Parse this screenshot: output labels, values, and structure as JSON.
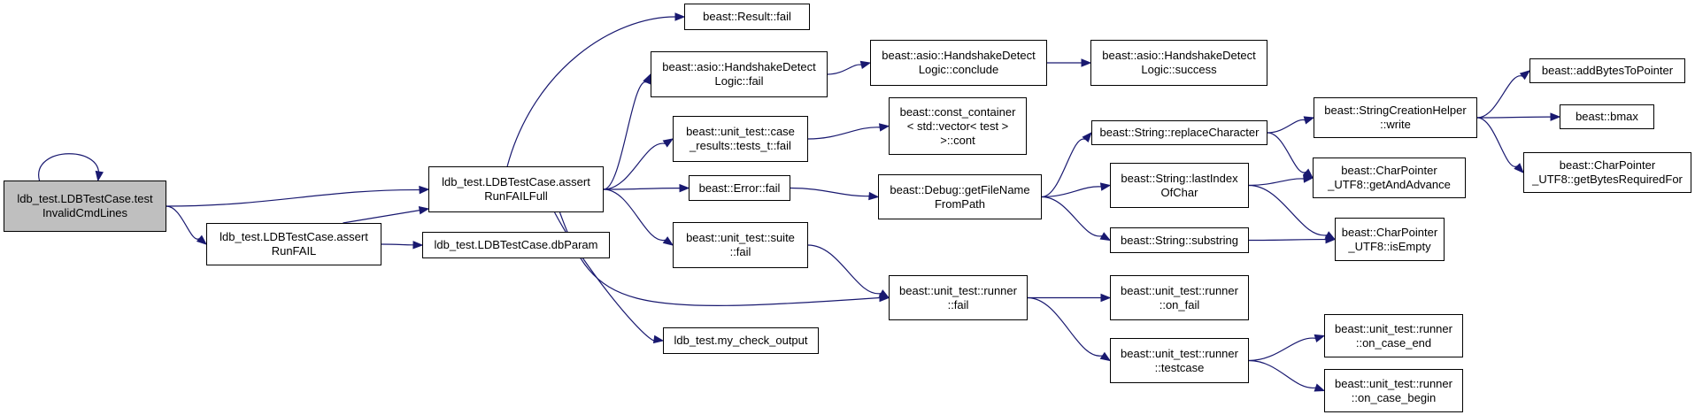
{
  "colors": {
    "edge": "#191970",
    "root_fill": "#bfbfbf",
    "node_fill": "#ffffff",
    "node_border": "#000000"
  },
  "nodes": {
    "n1": {
      "lines": [
        "ldb_test.LDBTestCase.test",
        "InvalidCmdLines"
      ],
      "root": true
    },
    "n2": {
      "lines": [
        "ldb_test.LDBTestCase.assert",
        "RunFAILFull"
      ]
    },
    "n3": {
      "lines": [
        "ldb_test.LDBTestCase.assert",
        "RunFAIL"
      ]
    },
    "n4": {
      "lines": [
        "ldb_test.LDBTestCase.dbParam"
      ]
    },
    "n5": {
      "lines": [
        "beast::Result::fail"
      ]
    },
    "n6": {
      "lines": [
        "beast::asio::HandshakeDetect",
        "Logic::fail"
      ]
    },
    "n7": {
      "lines": [
        "beast::unit_test::case",
        "_results::tests_t::fail"
      ]
    },
    "n8": {
      "lines": [
        "beast::Error::fail"
      ]
    },
    "n9": {
      "lines": [
        "beast::unit_test::suite",
        "::fail"
      ]
    },
    "n10": {
      "lines": [
        "ldb_test.my_check_output"
      ]
    },
    "n11": {
      "lines": [
        "beast::asio::HandshakeDetect",
        "Logic::conclude"
      ]
    },
    "n12": {
      "lines": [
        "beast::asio::HandshakeDetect",
        "Logic::success"
      ]
    },
    "n13": {
      "lines": [
        "beast::const_container",
        "< std::vector< test >",
        ">::cont"
      ]
    },
    "n14": {
      "lines": [
        "beast::Debug::getFileName",
        "FromPath"
      ]
    },
    "n15": {
      "lines": [
        "beast::unit_test::runner",
        "::fail"
      ]
    },
    "n16": {
      "lines": [
        "beast::String::replaceCharacter"
      ]
    },
    "n17": {
      "lines": [
        "beast::String::lastIndex",
        "OfChar"
      ]
    },
    "n18": {
      "lines": [
        "beast::String::substring"
      ]
    },
    "n19": {
      "lines": [
        "beast::unit_test::runner",
        "::on_fail"
      ]
    },
    "n20": {
      "lines": [
        "beast::unit_test::runner",
        "::testcase"
      ]
    },
    "n21": {
      "lines": [
        "beast::StringCreationHelper",
        "::write"
      ]
    },
    "n22": {
      "lines": [
        "beast::CharPointer",
        "_UTF8::getAndAdvance"
      ]
    },
    "n23": {
      "lines": [
        "beast::CharPointer",
        "_UTF8::isEmpty"
      ]
    },
    "n24": {
      "lines": [
        "beast::unit_test::runner",
        "::on_case_end"
      ]
    },
    "n25": {
      "lines": [
        "beast::unit_test::runner",
        "::on_case_begin"
      ]
    },
    "n26": {
      "lines": [
        "beast::addBytesToPointer"
      ]
    },
    "n27": {
      "lines": [
        "beast::bmax"
      ]
    },
    "n28": {
      "lines": [
        "beast::CharPointer",
        "_UTF8::getBytesRequiredFor"
      ]
    }
  },
  "edges": [
    [
      "n1",
      "n1"
    ],
    [
      "n1",
      "n2"
    ],
    [
      "n1",
      "n3"
    ],
    [
      "n3",
      "n2"
    ],
    [
      "n3",
      "n4"
    ],
    [
      "n2",
      "n5"
    ],
    [
      "n2",
      "n6"
    ],
    [
      "n2",
      "n7"
    ],
    [
      "n2",
      "n8"
    ],
    [
      "n2",
      "n9"
    ],
    [
      "n2",
      "n10"
    ],
    [
      "n2",
      "n15"
    ],
    [
      "n6",
      "n11"
    ],
    [
      "n11",
      "n12"
    ],
    [
      "n7",
      "n13"
    ],
    [
      "n8",
      "n14"
    ],
    [
      "n9",
      "n15"
    ],
    [
      "n14",
      "n16"
    ],
    [
      "n14",
      "n17"
    ],
    [
      "n14",
      "n18"
    ],
    [
      "n15",
      "n19"
    ],
    [
      "n15",
      "n20"
    ],
    [
      "n16",
      "n21"
    ],
    [
      "n16",
      "n22"
    ],
    [
      "n17",
      "n22"
    ],
    [
      "n17",
      "n23"
    ],
    [
      "n18",
      "n23"
    ],
    [
      "n20",
      "n24"
    ],
    [
      "n20",
      "n25"
    ],
    [
      "n21",
      "n26"
    ],
    [
      "n21",
      "n27"
    ],
    [
      "n21",
      "n28"
    ]
  ]
}
